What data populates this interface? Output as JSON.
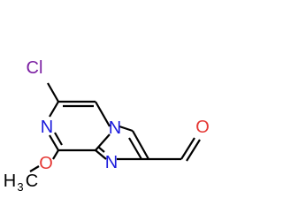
{
  "molecule": {
    "atoms": {
      "chlorine": {
        "text": "Cl",
        "color": "#7b1fa2"
      },
      "nitrogen_pyrazine": {
        "text": "N",
        "color": "#1a1adc"
      },
      "nitrogen_bridgehead": {
        "text": "N",
        "color": "#1a1adc"
      },
      "nitrogen_imidazole": {
        "text": "N",
        "color": "#1a1adc"
      },
      "methoxy_oxygen": {
        "text": "O",
        "color": "#e53935"
      },
      "aldehyde_oxygen": {
        "text": "O",
        "color": "#e53935"
      },
      "methyl_carbon": {
        "text": "H",
        "subscript": "3",
        "suffix": "C",
        "color": "#000000"
      }
    },
    "bond_color": "#000000"
  }
}
